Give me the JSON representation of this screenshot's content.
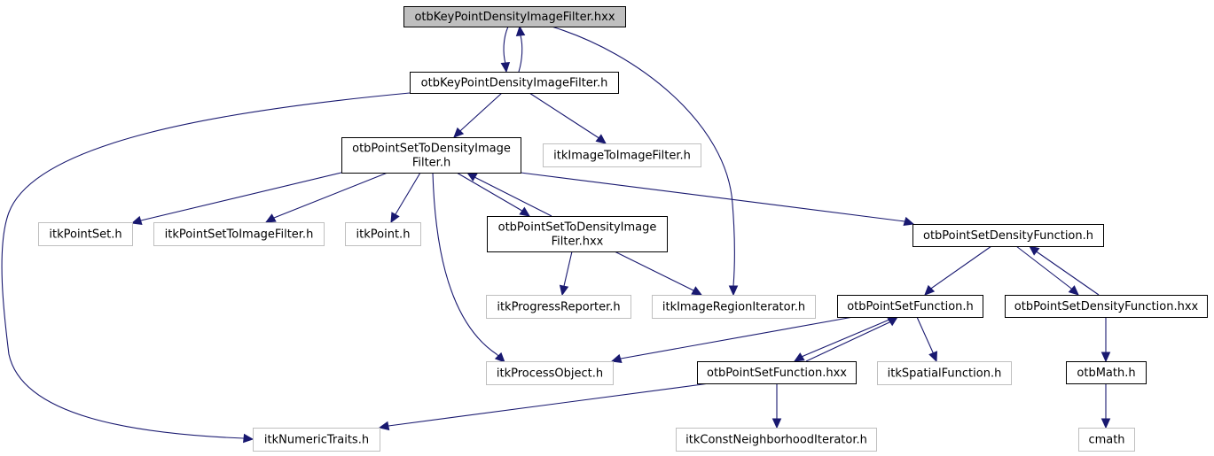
{
  "title": "otbKeyPointDensityImageFilter.hxx",
  "colors": {
    "edge": "#191970",
    "root_fill": "#bfbfbf",
    "root_stroke": "#000000",
    "project_stroke": "#000000",
    "external_stroke": "#bfbfbf"
  },
  "nodes": [
    {
      "id": "n0",
      "lines": [
        "otbKeyPointDensityImageFilter.hxx"
      ],
      "kind": "root"
    },
    {
      "id": "n1",
      "lines": [
        "otbKeyPointDensityImageFilter.h"
      ],
      "kind": "project"
    },
    {
      "id": "n2",
      "lines": [
        "otbPointSetToDensityImage",
        "Filter.h"
      ],
      "kind": "project"
    },
    {
      "id": "n3",
      "lines": [
        "itkImageToImageFilter.h"
      ],
      "kind": "external"
    },
    {
      "id": "n4",
      "lines": [
        "itkPointSet.h"
      ],
      "kind": "external"
    },
    {
      "id": "n5",
      "lines": [
        "itkPointSetToImageFilter.h"
      ],
      "kind": "external"
    },
    {
      "id": "n6",
      "lines": [
        "itkPoint.h"
      ],
      "kind": "external"
    },
    {
      "id": "n7",
      "lines": [
        "otbPointSetToDensityImage",
        "Filter.hxx"
      ],
      "kind": "project"
    },
    {
      "id": "n8",
      "lines": [
        "otbPointSetDensityFunction.h"
      ],
      "kind": "project"
    },
    {
      "id": "n9",
      "lines": [
        "itkProgressReporter.h"
      ],
      "kind": "external"
    },
    {
      "id": "n10",
      "lines": [
        "itkImageRegionIterator.h"
      ],
      "kind": "external"
    },
    {
      "id": "n11",
      "lines": [
        "otbPointSetFunction.h"
      ],
      "kind": "project"
    },
    {
      "id": "n12",
      "lines": [
        "otbPointSetDensityFunction.hxx"
      ],
      "kind": "project"
    },
    {
      "id": "n13",
      "lines": [
        "itkProcessObject.h"
      ],
      "kind": "external"
    },
    {
      "id": "n14",
      "lines": [
        "otbPointSetFunction.hxx"
      ],
      "kind": "project"
    },
    {
      "id": "n15",
      "lines": [
        "itkSpatialFunction.h"
      ],
      "kind": "external"
    },
    {
      "id": "n16",
      "lines": [
        "otbMath.h"
      ],
      "kind": "project"
    },
    {
      "id": "n17",
      "lines": [
        "itkNumericTraits.h"
      ],
      "kind": "external"
    },
    {
      "id": "n18",
      "lines": [
        "itkConstNeighborhoodIterator.h"
      ],
      "kind": "external"
    },
    {
      "id": "n19",
      "lines": [
        "cmath"
      ],
      "kind": "external"
    }
  ],
  "edges": [
    {
      "from": "n0",
      "to": "n1"
    },
    {
      "from": "n1",
      "to": "n0"
    },
    {
      "from": "n0",
      "to": "n10"
    },
    {
      "from": "n1",
      "to": "n2"
    },
    {
      "from": "n1",
      "to": "n3"
    },
    {
      "from": "n1",
      "to": "n17"
    },
    {
      "from": "n2",
      "to": "n4"
    },
    {
      "from": "n2",
      "to": "n5"
    },
    {
      "from": "n2",
      "to": "n6"
    },
    {
      "from": "n2",
      "to": "n13"
    },
    {
      "from": "n2",
      "to": "n7"
    },
    {
      "from": "n7",
      "to": "n2"
    },
    {
      "from": "n2",
      "to": "n8"
    },
    {
      "from": "n7",
      "to": "n9"
    },
    {
      "from": "n7",
      "to": "n10"
    },
    {
      "from": "n8",
      "to": "n11"
    },
    {
      "from": "n8",
      "to": "n12"
    },
    {
      "from": "n12",
      "to": "n8"
    },
    {
      "from": "n11",
      "to": "n13"
    },
    {
      "from": "n11",
      "to": "n14"
    },
    {
      "from": "n14",
      "to": "n11"
    },
    {
      "from": "n11",
      "to": "n15"
    },
    {
      "from": "n12",
      "to": "n16"
    },
    {
      "from": "n14",
      "to": "n17"
    },
    {
      "from": "n14",
      "to": "n18"
    },
    {
      "from": "n16",
      "to": "n19"
    }
  ]
}
